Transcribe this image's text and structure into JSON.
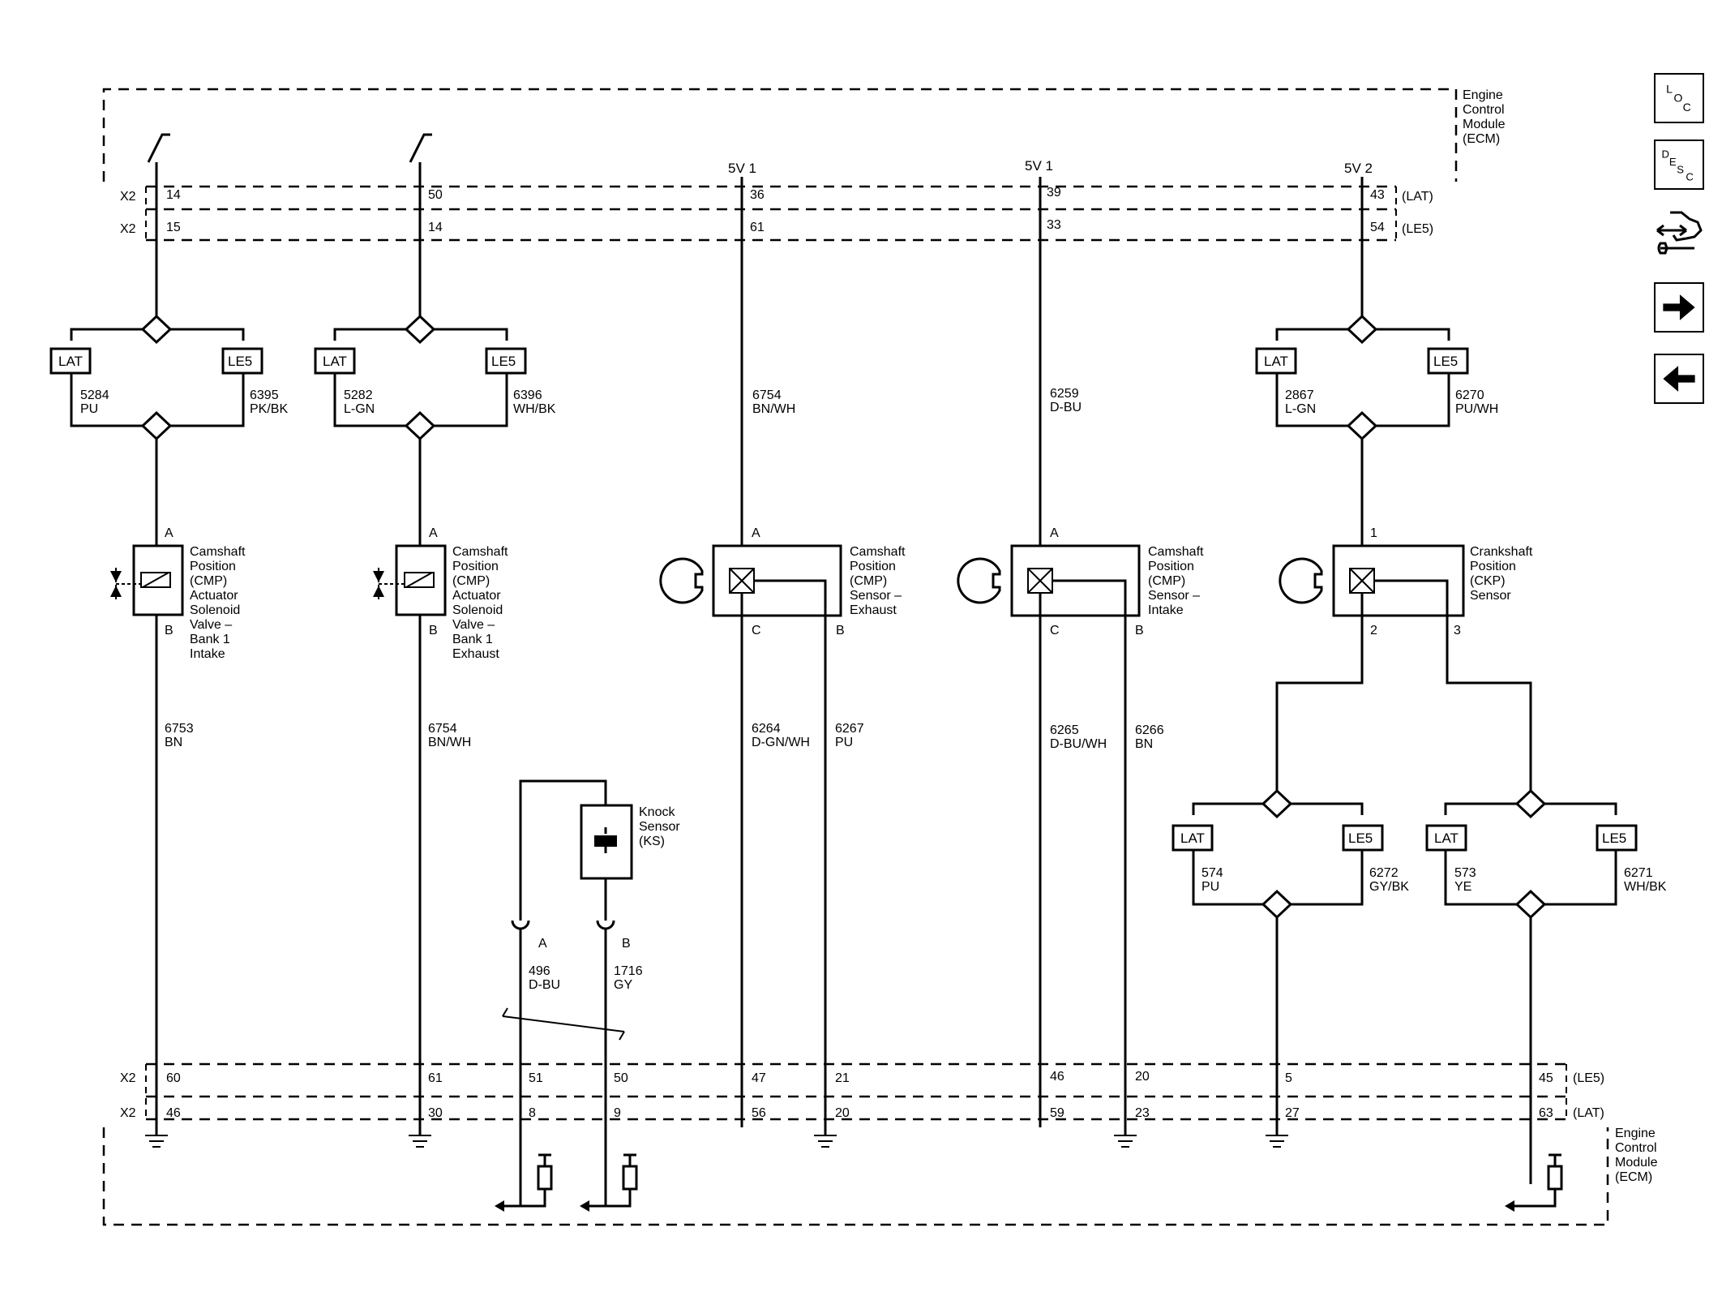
{
  "ecm_label": [
    "Engine",
    "Control",
    "Module",
    "(ECM)"
  ],
  "connectors": {
    "x2": "X2",
    "lat": "(LAT)",
    "le5": "(LE5)"
  },
  "supply_labels": [
    "5V 1",
    "5V 1",
    "5V 2"
  ],
  "top_pins": {
    "lat": [
      "14",
      "50",
      "36",
      "39",
      "43"
    ],
    "le5": [
      "15",
      "14",
      "61",
      "33",
      "54"
    ]
  },
  "splice_tags": {
    "lat": "LAT",
    "le5": "LE5"
  },
  "top_wires": {
    "c1_lat": [
      "5284",
      "PU"
    ],
    "c1_le5": [
      "6395",
      "PK/BK"
    ],
    "c2_lat": [
      "5282",
      "L-GN"
    ],
    "c2_le5": [
      "6396",
      "WH/BK"
    ],
    "c3": [
      "6754",
      "BN/WH"
    ],
    "c4": [
      "6259",
      "D-BU"
    ],
    "c5_lat": [
      "2867",
      "L-GN"
    ],
    "c5_le5": [
      "6270",
      "PU/WH"
    ]
  },
  "components": {
    "cmp_intake_actuator": [
      "Camshaft",
      "Position",
      "(CMP)",
      "Actuator",
      "Solenoid",
      "Valve –",
      "Bank 1",
      "Intake"
    ],
    "cmp_exhaust_actuator": [
      "Camshaft",
      "Position",
      "(CMP)",
      "Actuator",
      "Solenoid",
      "Valve –",
      "Bank 1",
      "Exhaust"
    ],
    "cmp_sensor_exhaust": [
      "Camshaft",
      "Position",
      "(CMP)",
      "Sensor –",
      "Exhaust"
    ],
    "cmp_sensor_intake": [
      "Camshaft",
      "Position",
      "(CMP)",
      "Sensor –",
      "Intake"
    ],
    "ckp_sensor": [
      "Crankshaft",
      "Position",
      "(CKP)",
      "Sensor"
    ],
    "knock_sensor": [
      "Knock",
      "Sensor",
      "(KS)"
    ]
  },
  "comp_pins": {
    "a": "A",
    "b": "B",
    "c": "C",
    "p1": "1",
    "p2": "2",
    "p3": "3"
  },
  "lower_wires": {
    "c1": [
      "6753",
      "BN"
    ],
    "c2": [
      "6754",
      "BN/WH"
    ],
    "c3c": [
      "6264",
      "D-GN/WH"
    ],
    "c3b": [
      "6267",
      "PU"
    ],
    "c4c": [
      "6265",
      "D-BU/WH"
    ],
    "c4b": [
      "6266",
      "BN"
    ],
    "ks_a": [
      "496",
      "D-BU"
    ],
    "ks_b": [
      "1716",
      "GY"
    ],
    "ckp2_lat": [
      "574",
      "PU"
    ],
    "ckp2_le5": [
      "6272",
      "GY/BK"
    ],
    "ckp3_lat": [
      "573",
      "YE"
    ],
    "ckp3_le5": [
      "6271",
      "WH/BK"
    ]
  },
  "bottom_pins": {
    "le5": [
      "60",
      "61",
      "51",
      "50",
      "47",
      "21",
      "46",
      "20",
      "5",
      "45"
    ],
    "lat": [
      "46",
      "30",
      "8",
      "9",
      "56",
      "20",
      "59",
      "23",
      "27",
      "63"
    ]
  },
  "nav": {
    "loc_icon": "location-icon",
    "desc_icon": "description-icon",
    "connector_icon": "connector-tools-icon",
    "next_icon": "arrow-right-icon",
    "prev_icon": "arrow-left-icon",
    "loc_letters": [
      "L",
      "O",
      "C"
    ],
    "desc_letters": [
      "D",
      "E",
      "S",
      "C"
    ]
  }
}
